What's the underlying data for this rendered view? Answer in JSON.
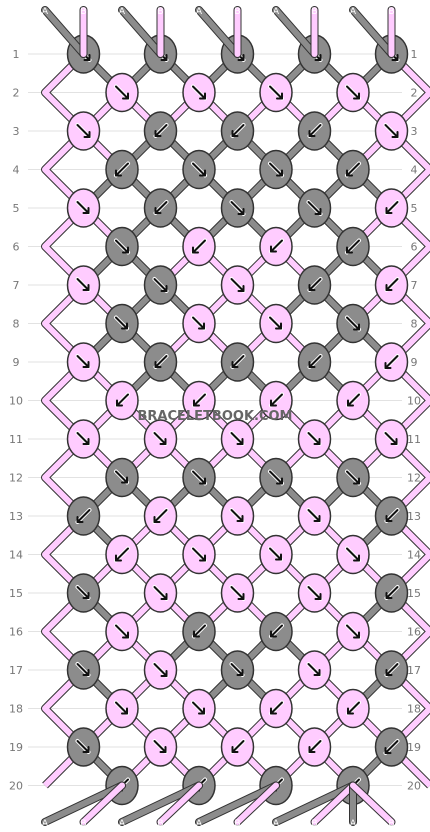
{
  "colors": {
    "A": "#8c8c8c",
    "B": "#ffccff"
  },
  "strands_top": [
    "A",
    "B",
    "A",
    "B",
    "A",
    "B",
    "A",
    "B",
    "A",
    "B"
  ],
  "strands_bottom": [
    "A",
    "B",
    "A",
    "B",
    "A",
    "B",
    "A",
    "B",
    "A",
    "B"
  ],
  "row_labels": [
    "1",
    "2",
    "3",
    "4",
    "5",
    "6",
    "7",
    "8",
    "9",
    "10",
    "11",
    "12",
    "13",
    "14",
    "15",
    "16",
    "17",
    "18",
    "19",
    "20"
  ],
  "watermark": "BRACELETBOOK.COM",
  "knots": [
    [
      "A:f",
      "A:f",
      "A:f",
      "A:f",
      "A:f"
    ],
    [
      "B:f",
      "B:f",
      "B:f",
      "B:f"
    ],
    [
      "B:f",
      "A:bf",
      "A:bf",
      "A:bf",
      "B:f"
    ],
    [
      "A:b",
      "A:f",
      "A:f",
      "A:b"
    ],
    [
      "B:fb",
      "A:bf",
      "A:f",
      "A:f",
      "B:bf"
    ],
    [
      "A:f",
      "B:b",
      "B:bf",
      "A:b"
    ],
    [
      "B:fb",
      "A:f",
      "B:f",
      "A:bf",
      "B:bf"
    ],
    [
      "A:fb",
      "B:fb",
      "B:fb",
      "A:f"
    ],
    [
      "B:fb",
      "A:bf",
      "A:bf",
      "A:bf",
      "B:b"
    ],
    [
      "B:bf",
      "B:bf",
      "B:bf",
      "B:bf"
    ],
    [
      "B:fb",
      "B:fb",
      "B:fb",
      "B:fb",
      "B:fb"
    ],
    [
      "A:fb",
      "A:f",
      "A:f",
      "A:f"
    ],
    [
      "A:b",
      "B:b",
      "B:fb",
      "B:fb",
      "A:bf"
    ],
    [
      "B:b",
      "B:f",
      "B:fb",
      "B:f"
    ],
    [
      "A:fb",
      "B:f",
      "B:f",
      "B:f",
      "A:bf"
    ],
    [
      "B:f",
      "A:bf",
      "A:bf",
      "B:f"
    ],
    [
      "A:fb",
      "B:f",
      "A:fb",
      "B:fb",
      "A:bf"
    ],
    [
      "B:fb",
      "B:fb",
      "B:bf",
      "B:bf"
    ],
    [
      "A:fb",
      "B:fb",
      "B:bf",
      "B:bf",
      "A:b"
    ],
    [
      "A:bf",
      "A:bf",
      "A:bf",
      "A:bf"
    ]
  ]
}
